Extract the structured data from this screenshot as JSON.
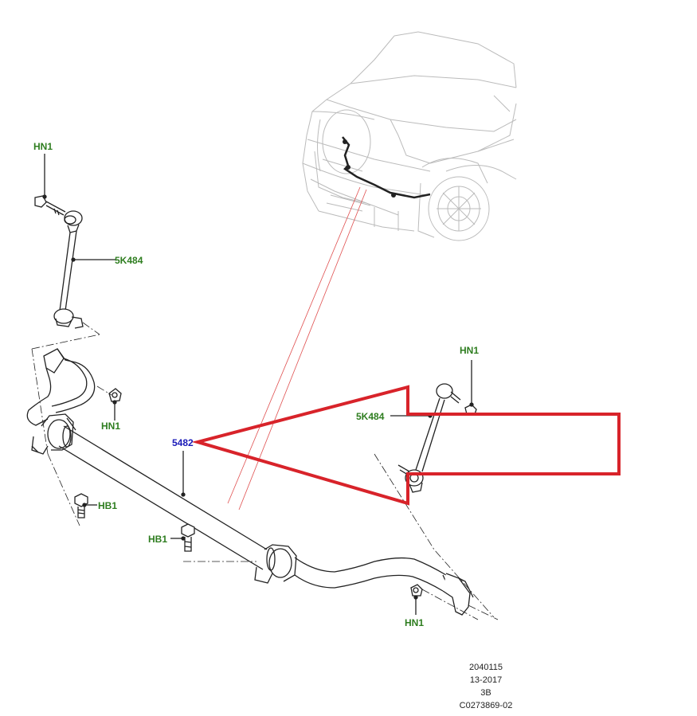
{
  "labels": {
    "hn1_top_left": "HN1",
    "link_left": "5K484",
    "hn1_mid_left": "HN1",
    "hb1_left": "HB1",
    "hb1_center": "HB1",
    "bar": "5482",
    "hn1_bottom": "HN1",
    "hn1_right": "HN1",
    "link_right": "5K484"
  },
  "doc_info": {
    "line1": "2040115",
    "line2": "13-2017",
    "line3": "3B",
    "line4": "C0273869-02"
  },
  "colors": {
    "callout_green": "#2e7d1f",
    "callout_blue": "#1a1ab8",
    "highlight_red": "#d8232a",
    "locator_red": "#e05050",
    "line": "#222222",
    "vehicle_line": "#bbbbbb"
  }
}
